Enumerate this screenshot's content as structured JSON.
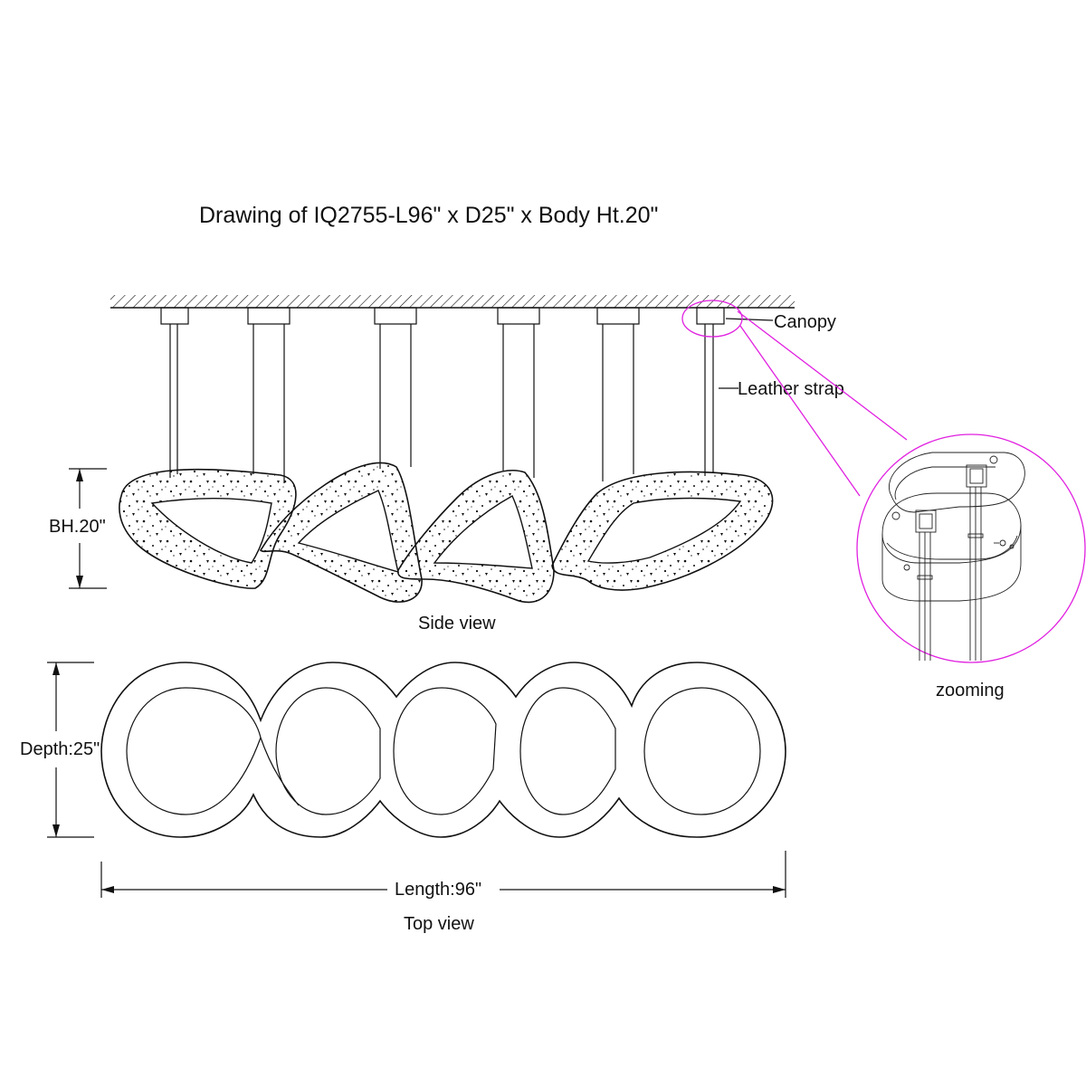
{
  "title": "Drawing of IQ2755-L96\" x D25\" x Body Ht.20\"",
  "labels": {
    "canopy": "Canopy",
    "leather_strap": "Leather strap",
    "body_height": "BH.20\"",
    "side_view": "Side view",
    "depth": "Depth:25\"",
    "length": "Length:96\"",
    "top_view": "Top view",
    "zooming": "zooming"
  },
  "colors": {
    "ink": "#111111",
    "callout": "#e020e0"
  }
}
